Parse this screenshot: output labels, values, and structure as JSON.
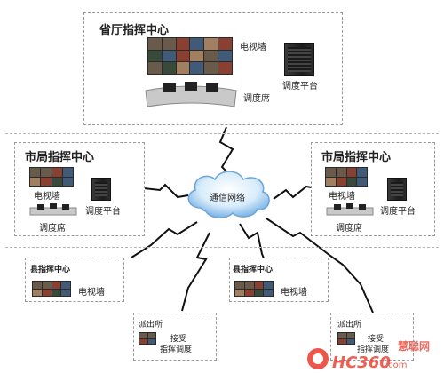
{
  "provincial": {
    "title": "省厅指挥中心",
    "tv": "电视墙",
    "dispatch_platform": "调度平台",
    "dispatch_desk": "调度席"
  },
  "city_left": {
    "title": "市局指挥中心",
    "tv": "电视墙",
    "dispatch_platform": "调度平台",
    "dispatch_desk": "调度席"
  },
  "city_right": {
    "title": "市局指挥中心",
    "tv": "电视墙",
    "dispatch_platform": "调度平台",
    "dispatch_desk": "调度席"
  },
  "network": {
    "label": "通信网络"
  },
  "county_left": {
    "title": "县指挥中心",
    "tv": "电视墙"
  },
  "county_right": {
    "title": "县指挥中心",
    "tv": "电视墙"
  },
  "police_left": {
    "title": "派出所",
    "line1": "接受",
    "line2": "指挥调度"
  },
  "police_right": {
    "title": "派出所",
    "line1": "接受",
    "line2": "指挥调度"
  },
  "watermark": {
    "text": "HC360",
    "suffix": ".com",
    "site": "慧聪网"
  }
}
